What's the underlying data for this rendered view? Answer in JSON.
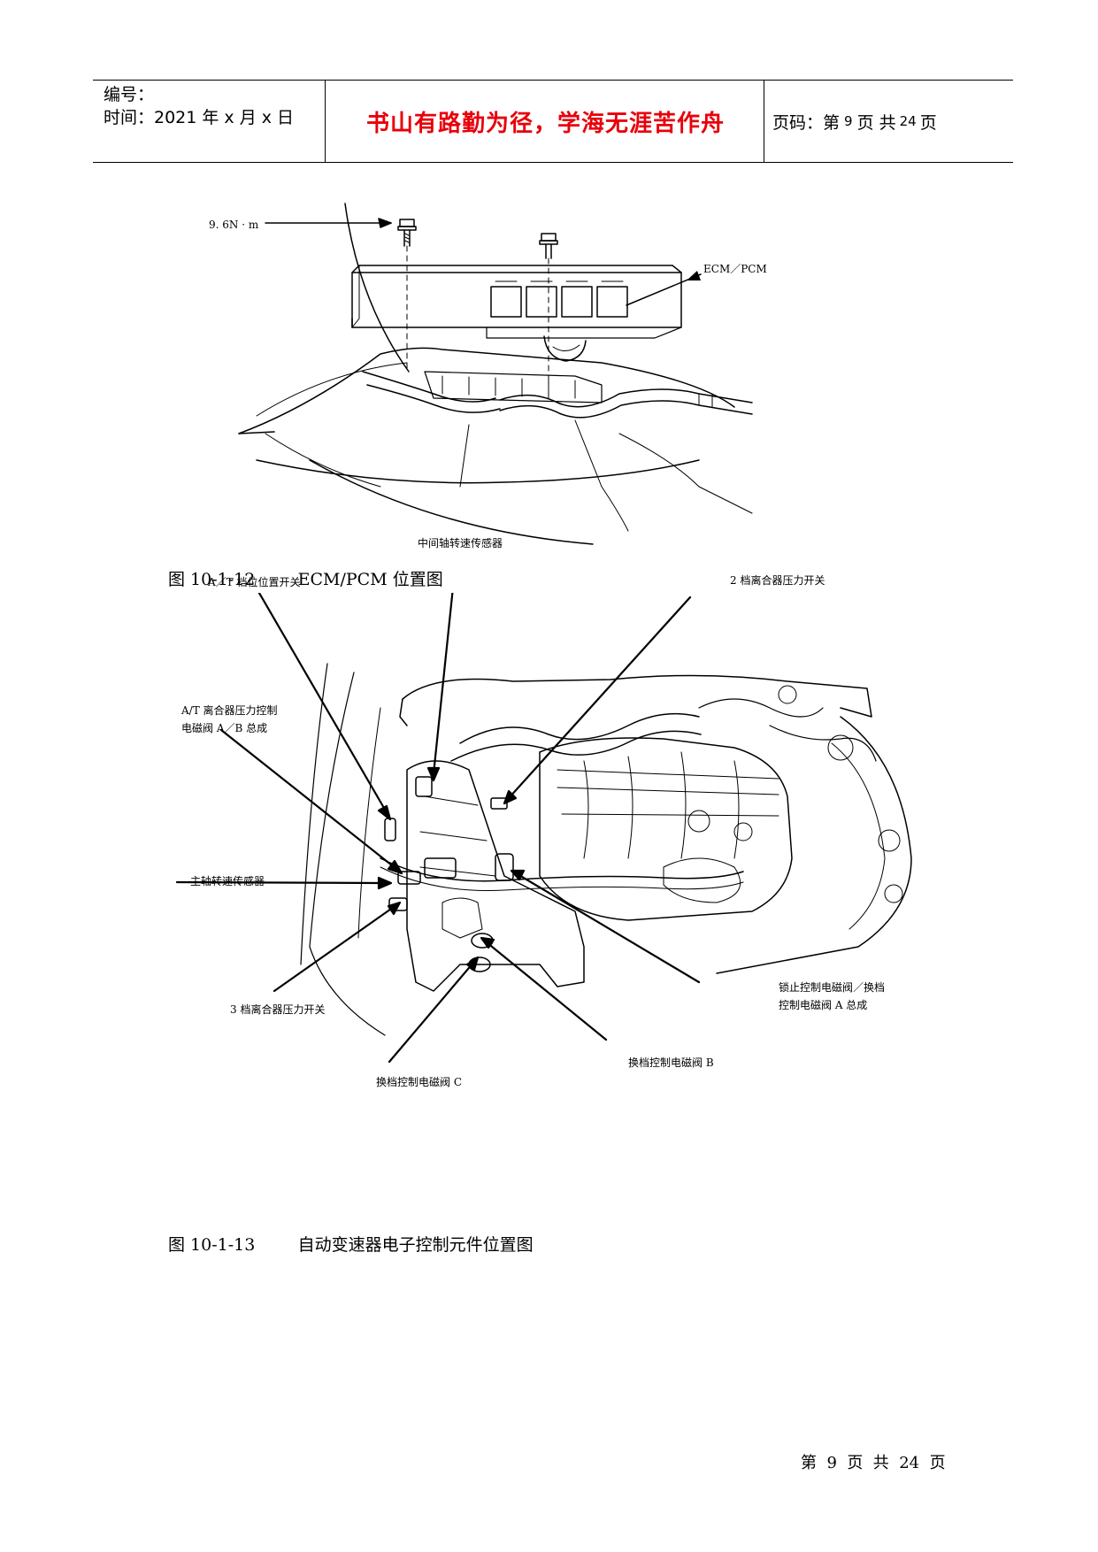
{
  "header": {
    "number_label": "编号：",
    "time_label": "时间：2021 年 x 月 x 日",
    "motto": "书山有路勤为径，学海无涯苦作舟",
    "page_label": "页码：第",
    "page_num": "9",
    "page_mid": "页  共",
    "page_total": "24",
    "page_end": "页"
  },
  "figure1": {
    "torque_label": "9. 6N · m",
    "ecm_label": "ECM／PCM",
    "caption": "图 10-1-12        ECM/PCM 位置图"
  },
  "figure2": {
    "labels": {
      "countershaft_sensor": "中间轴转速传感器",
      "at_position_switch": "A／T 档位位置开关",
      "second_clutch_pressure_switch": "2 档离合器压力开关",
      "at_clutch_solenoid_1": "A/T 离合器压力控制",
      "at_clutch_solenoid_2": "电磁阀 A／B 总成",
      "mainshaft_sensor": "主轴转速传感器",
      "third_clutch_pressure_switch": "3 档离合器压力开关",
      "lockup_solenoid_1": "锁止控制电磁阀／换档",
      "lockup_solenoid_2": "控制电磁阀 A 总成",
      "shift_solenoid_b": "换档控制电磁阀 B",
      "shift_solenoid_c": "换档控制电磁阀 C"
    },
    "caption": "图 10-1-13        自动变速器电子控制元件位置图"
  },
  "footer": {
    "page_text": "第  9  页  共  24  页"
  }
}
